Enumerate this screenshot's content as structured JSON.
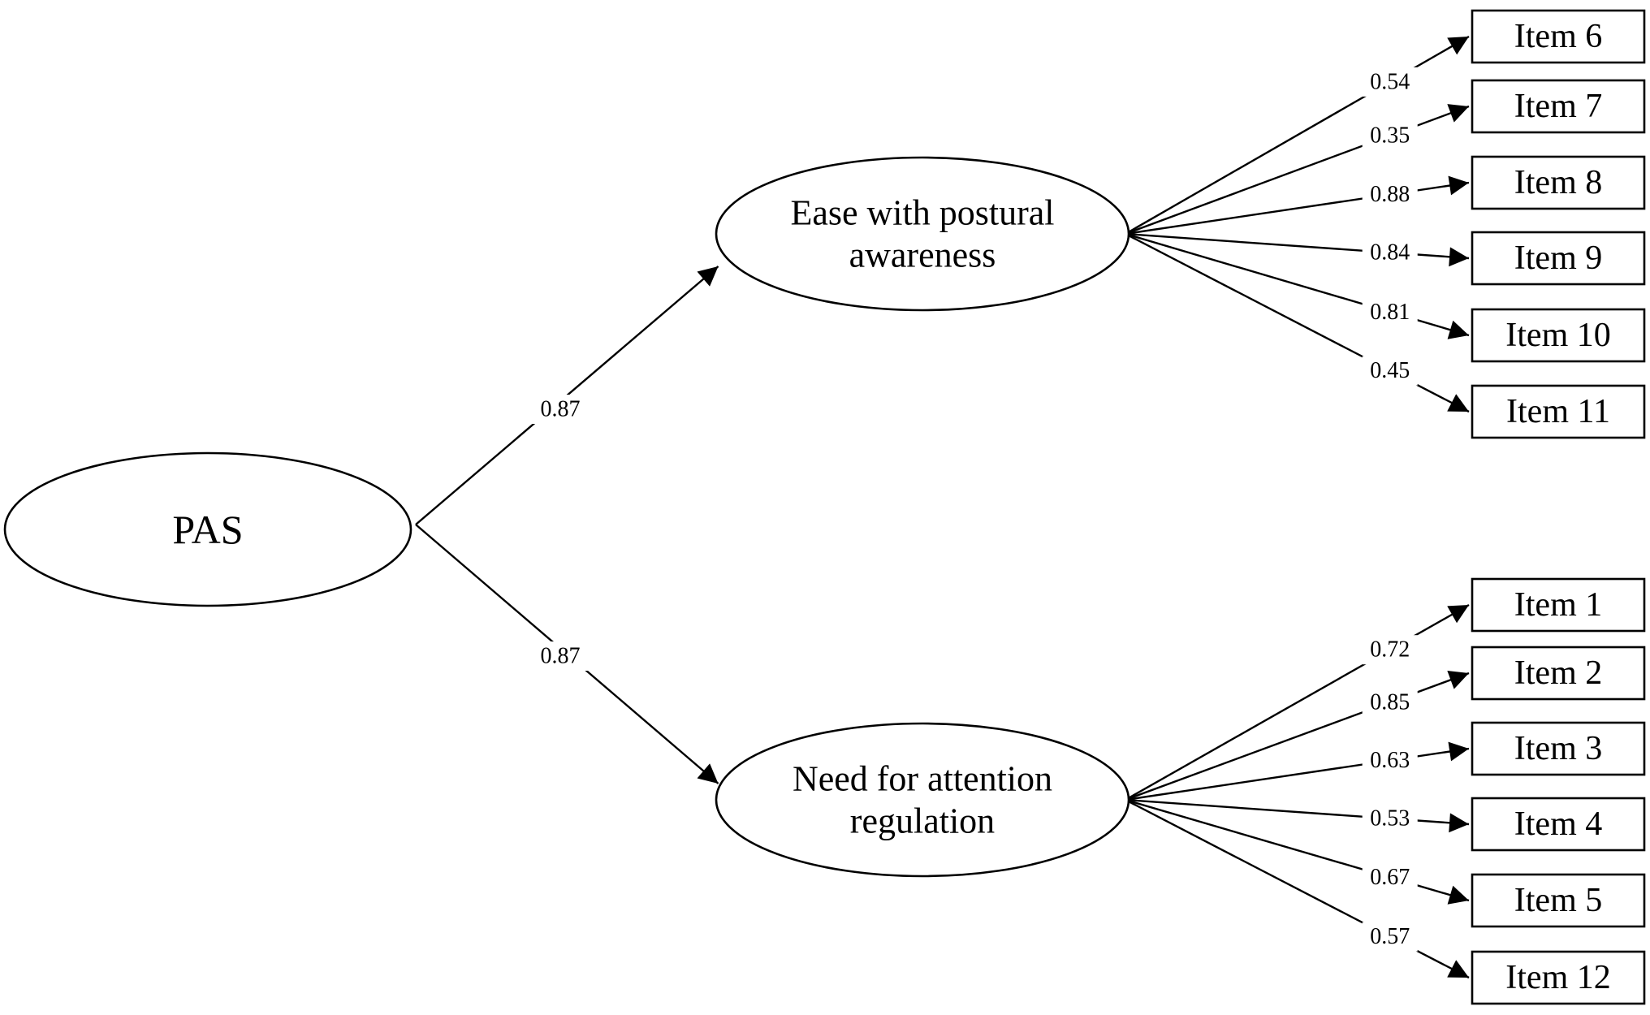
{
  "root": {
    "label": "PAS"
  },
  "factors": [
    {
      "label_lines": [
        "Ease with postural",
        "awareness"
      ],
      "path_coefficient": "0.87",
      "items": [
        {
          "label": "Item 6",
          "loading": "0.54"
        },
        {
          "label": "Item 7",
          "loading": "0.35"
        },
        {
          "label": "Item 8",
          "loading": "0.88"
        },
        {
          "label": "Item 9",
          "loading": "0.84"
        },
        {
          "label": "Item 10",
          "loading": "0.81"
        },
        {
          "label": "Item 11",
          "loading": "0.45"
        }
      ]
    },
    {
      "label_lines": [
        "Need for attention",
        "regulation"
      ],
      "path_coefficient": "0.87",
      "items": [
        {
          "label": "Item 1",
          "loading": "0.72"
        },
        {
          "label": "Item 2",
          "loading": "0.85"
        },
        {
          "label": "Item 3",
          "loading": "0.63"
        },
        {
          "label": "Item 4",
          "loading": "0.53"
        },
        {
          "label": "Item 5",
          "loading": "0.67"
        },
        {
          "label": "Item 12",
          "loading": "0.57"
        }
      ]
    }
  ]
}
